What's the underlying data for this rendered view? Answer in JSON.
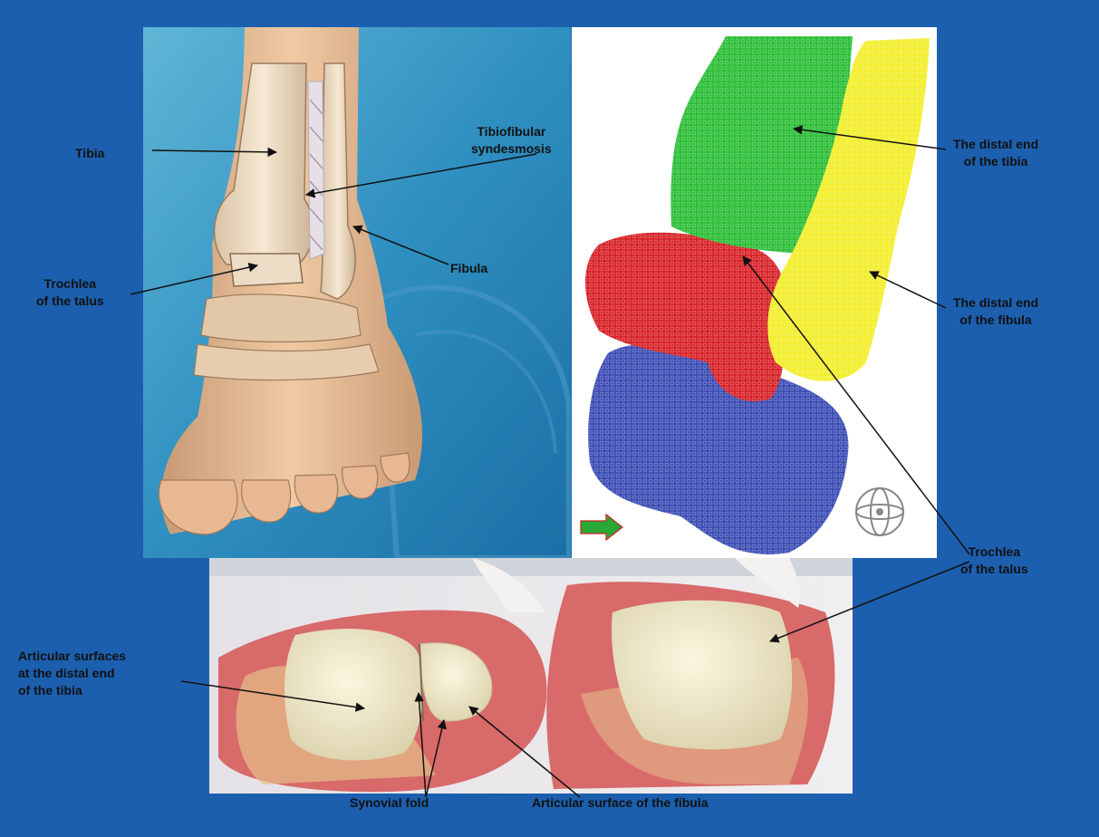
{
  "labels": {
    "tibia": "Tibia",
    "tibiofibular_syndesmosis": "Tibiofibular\nsyndesmosis",
    "fibula": "Fibula",
    "trochlea_left": "Trochlea\nof the talus",
    "distal_tibia": "The distal end\nof the tibia",
    "distal_fibula": "The distal end\nof the fibula",
    "trochlea_right": "Trochlea\nof the talus",
    "articular_surfaces_tibia": "Articular surfaces\nat the distal end\nof the tibia",
    "synovial_fold": "Synovial fold",
    "articular_surface_fibula": "Articular surface of the fibula"
  },
  "colors": {
    "background": "#1c5fae",
    "tibia_model": "#2fbf3a",
    "fibula_model": "#f2ee2e",
    "talus_model": "#d8262b",
    "calcaneus_model": "#3f4fb5",
    "cartilage": "#f1ecd0",
    "tissue": "#d86a6a"
  },
  "icons": [
    "orientation-arrow-icon",
    "rotation-gizmo-icon"
  ]
}
